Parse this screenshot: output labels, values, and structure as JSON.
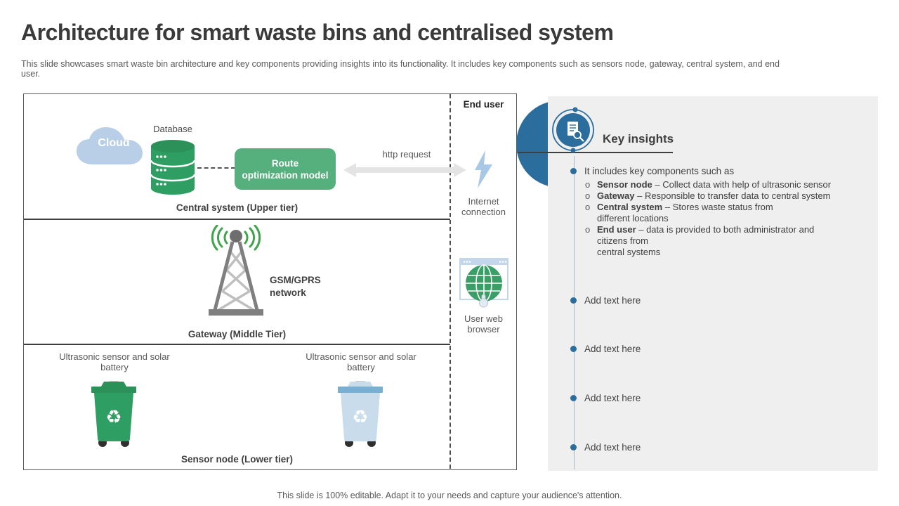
{
  "slide": {
    "title": "Architecture for smart waste bins and centralised system",
    "subtitle": "This slide showcases smart waste bin architecture and key components providing insights into its functionality. It includes key components such as sensors node, gateway, central system, and end user.",
    "footer": "This slide is 100% editable. Adapt it to your needs and capture your audience's attention."
  },
  "diagram": {
    "cloud_label": "Cloud",
    "database_label": "Database",
    "route_box_label": "Route\noptimization model",
    "http_label": "http request",
    "gsm_label": "GSM/GPRS\nnetwork",
    "bin_left_label": "Ultrasonic sensor and solar battery",
    "bin_right_label": "Ultrasonic sensor and solar battery",
    "tier_captions": [
      "Central system (Upper tier)",
      "Gateway (Middle Tier)",
      "Sensor node (Lower tier)"
    ],
    "end_user": {
      "title": "End user",
      "internet_label": "Internet connection",
      "browser_label": "User web browser"
    }
  },
  "insights": {
    "heading": "Key insights",
    "intro": "It includes key components such as",
    "sub_marker": "o",
    "components": [
      {
        "term": "Sensor node",
        "desc": " – Collect data with help of ultrasonic sensor"
      },
      {
        "term": "Gateway",
        "desc": " – Responsible to transfer data to central system"
      },
      {
        "term": "Central system",
        "desc": "  – Stores waste status from\ndifferent locations"
      },
      {
        "term": "End user",
        "desc": " – data is provided  to both administrator and\ncitizens from\ncentral systems"
      }
    ],
    "placeholders": [
      "Add text here",
      "Add text here",
      "Add text here",
      "Add text here"
    ]
  },
  "icons": {
    "recycle_glyph": "♻"
  },
  "colors": {
    "accent_blue": "#2b6d9d",
    "green": "#2f9e62",
    "route_green": "#55b07e",
    "light_blue": "#b9cfe7",
    "signal_green": "#3fa44b",
    "panel_gray": "#efefef",
    "arrow_gray": "#e4e4e4"
  }
}
